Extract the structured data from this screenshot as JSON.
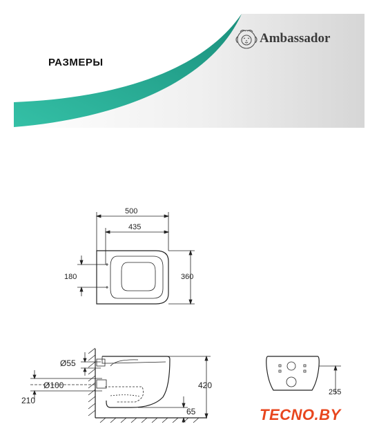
{
  "header": {
    "title": "РАЗМЕРЫ",
    "brand": "Ambassador",
    "colors": {
      "accent": "#2bb59b",
      "grey": "#d9d9d9"
    }
  },
  "top_view": {
    "width_total": "500",
    "width_inner": "435",
    "depth_left": "180",
    "depth_right": "360"
  },
  "side_view": {
    "pipe_upper": "Ø55",
    "pipe_lower": "Ø100",
    "height": "420",
    "floor_offset": "210",
    "bottom_gap": "65"
  },
  "rear_view": {
    "partial_label": "255"
  },
  "watermark": "TECNO.BY"
}
